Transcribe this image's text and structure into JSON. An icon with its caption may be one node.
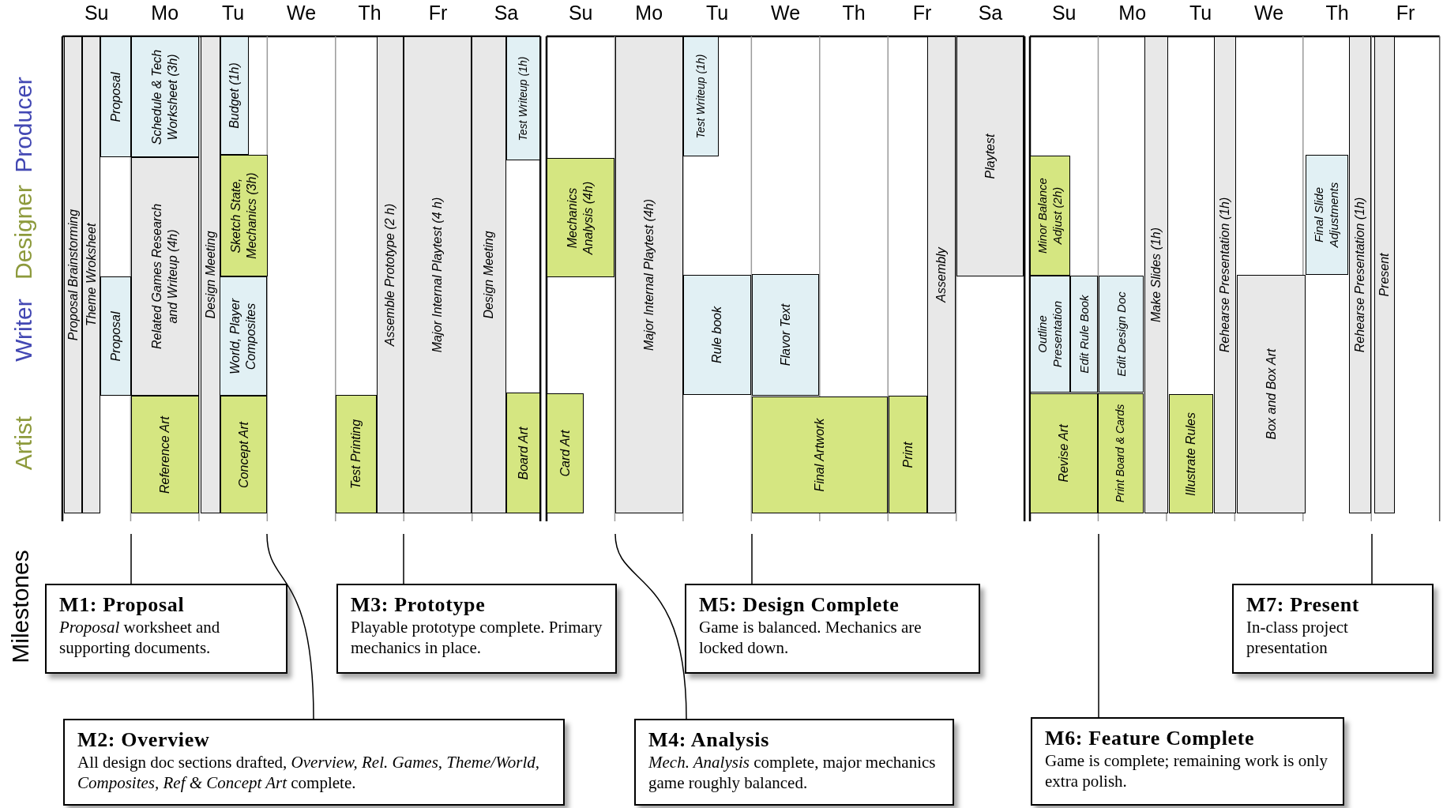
{
  "diagram": {
    "nodes": [
      {
        "text": [
          "Proposal Brainstorming"
        ]
      },
      {
        "text": [
          "Theme Wroksheet"
        ]
      },
      {
        "text": [
          "Proposal"
        ]
      },
      {
        "text": [
          "Proposal"
        ]
      },
      {
        "text": [
          "Schedule & Tech Worksheet (3h)"
        ]
      },
      {
        "text": [
          "Related Games Research and Writeup (4h)"
        ]
      },
      {
        "text": [
          "Reference Art"
        ]
      },
      {
        "text": [
          "Design Meeting"
        ]
      },
      {
        "text": [
          "Budget (1h)"
        ]
      },
      {
        "text": [
          "Sketch State, Mechanics (3h)"
        ]
      },
      {
        "text": [
          "World, Player Composites"
        ]
      },
      {
        "text": [
          "Concept Art"
        ]
      },
      {
        "text": [
          "Test Printing"
        ]
      },
      {
        "text": [
          "Assemble Prototype (2 h)"
        ]
      },
      {
        "text": [
          "Major Internal Playtest (4 h)"
        ]
      },
      {
        "text": [
          "Design Meeting"
        ]
      },
      {
        "text": [
          "Test Writeup (1h)"
        ]
      },
      {
        "text": [
          "Board Art"
        ]
      },
      {
        "text": [
          "Mechanics Analysis (4h)"
        ]
      },
      {
        "text": [
          "Card Art"
        ]
      },
      {
        "text": [
          "Major Internal Playtest (4h)"
        ]
      },
      {
        "text": [
          "Test Writeup (1h)"
        ]
      },
      {
        "text": [
          "Rule book"
        ]
      },
      {
        "text": [
          "Flavor Text"
        ]
      },
      {
        "text": [
          "Final Artwork"
        ]
      },
      {
        "text": [
          "Print"
        ]
      },
      {
        "text": [
          "Assembly"
        ]
      },
      {
        "text": [
          "Playtest"
        ]
      },
      {
        "text": [
          "Minor Balance Adjust (2h)"
        ]
      },
      {
        "text": [
          "Outline Presentation"
        ]
      },
      {
        "text": [
          "Revise Art"
        ]
      },
      {
        "text": [
          "Edit Rule Book"
        ]
      },
      {
        "text": [
          "Edit Design Doc"
        ]
      },
      {
        "text": [
          "Print Board & Cards"
        ]
      },
      {
        "text": [
          "Make Slides (1h)"
        ]
      },
      {
        "text": [
          "Illustrate Rules"
        ]
      },
      {
        "text": [
          "Rehearse Presentation (1h)"
        ]
      },
      {
        "text": [
          "Box and Box Art"
        ]
      },
      {
        "text": [
          "Final Slide Adjustments"
        ]
      },
      {
        "text": [
          "Rehearse Presentation (1h)"
        ]
      },
      {
        "text": [
          "Present"
        ]
      },
      {
        "text": [
          "M1: Proposal",
          "*Proposal* worksheet and supporting documents."
        ]
      },
      {
        "text": [
          "M3: Prototype",
          "Playable prototype complete. Primary mechanics in place."
        ]
      },
      {
        "text": [
          "M5: Design Complete",
          "Game is balanced. Mechanics are locked down."
        ]
      },
      {
        "text": [
          "M7: Present",
          "In-class project presentation"
        ]
      },
      {
        "text": [
          "M2: Overview",
          "All design doc sections drafted, *Overview, Rel. Games, Theme/World, Composites, Ref & Concept Art* complete."
        ]
      },
      {
        "text": [
          "M4: Analysis",
          "*Mech. Analysis* complete, major mechanics game roughly balanced."
        ]
      },
      {
        "text": [
          "M6: Feature Complete",
          "Game is complete; remaining work is only extra polish."
        ]
      }
    ],
    "edges": [
      {
        "from": null,
        "to": 41,
        "arrow": "none"
      },
      {
        "from": null,
        "to": 42,
        "arrow": "none"
      },
      {
        "from": null,
        "to": 43,
        "arrow": "none"
      },
      {
        "from": null,
        "to": 44,
        "arrow": "none"
      },
      {
        "from": null,
        "to": 45,
        "arrow": "none"
      },
      {
        "from": null,
        "to": 46,
        "arrow": "none"
      },
      {
        "from": null,
        "to": 47,
        "arrow": "none"
      }
    ],
    "labels": [
      "Su",
      "Mo",
      "Tu",
      "We",
      "Th",
      "Fr",
      "Sa",
      "Su",
      "Mo",
      "Tu",
      "We",
      "Th",
      "Fr",
      "Sa",
      "Su",
      "Mo",
      "Tu",
      "We",
      "Th",
      "Fr",
      "Producer",
      "Designer",
      "Writer",
      "Artist",
      "Milestones"
    ]
  }
}
